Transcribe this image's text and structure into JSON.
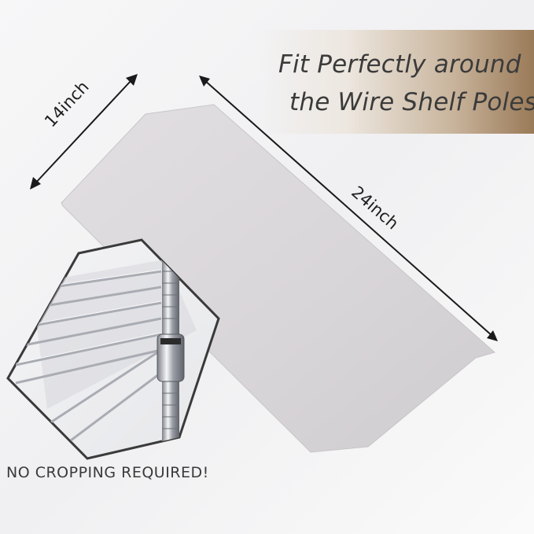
{
  "headline": {
    "line1": "Fit Perfectly around",
    "line2": "the Wire Shelf Poles"
  },
  "dimensions": {
    "width_label": "14inch",
    "length_label": "24inch"
  },
  "footer": {
    "text": "NO CROPPING REQUIRED!"
  },
  "colors": {
    "liner": "#d9d6d9",
    "banner_accent": "#9a7a58",
    "arrow": "#1a1a1a",
    "chrome": "#b9bcc2"
  }
}
